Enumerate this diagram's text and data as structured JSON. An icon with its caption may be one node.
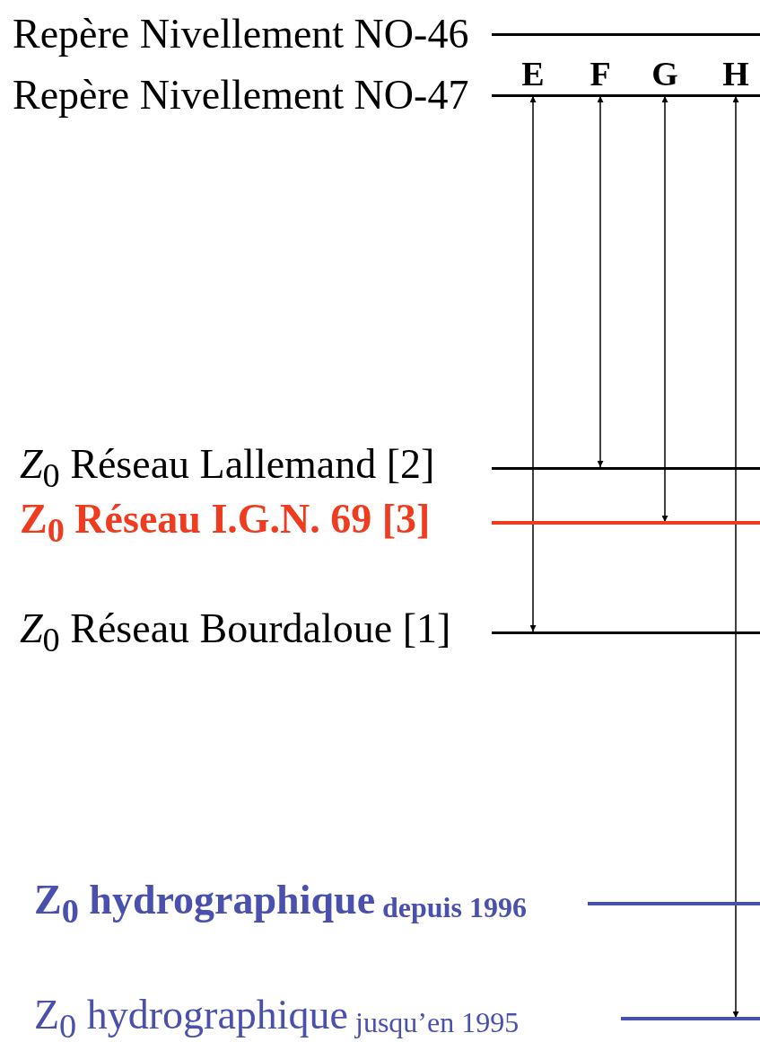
{
  "diagram": {
    "nodes": [
      {
        "text": [
          "Repère Nivellement NO-46"
        ]
      },
      {
        "text": [
          "Repère Nivellement NO-47"
        ]
      },
      {
        "text": [
          "*Z*$_{0}$ Réseau Lallemand [2]"
        ]
      },
      {
        "text": [
          "Z$_{0}$ Réseau I.G.N. 69 [3]"
        ]
      },
      {
        "text": [
          "*Z*$_{0}$ Réseau Bourdaloue [1]"
        ]
      },
      {
        "text": [
          "Z$_{0}$ hydrographique",
          "depuis 1996"
        ]
      },
      {
        "text": [
          "Z$_{0}$ hydrographique",
          "jusqu’en 1995"
        ]
      }
    ],
    "edges": [
      {
        "from": 1,
        "to": 4,
        "arrow": "both",
        "label": "E"
      },
      {
        "from": 1,
        "to": 2,
        "arrow": "both",
        "label": "F"
      },
      {
        "from": 1,
        "to": 3,
        "arrow": "both",
        "label": "G"
      },
      {
        "from": 1,
        "to": 6,
        "arrow": "both",
        "label": "H"
      }
    ]
  }
}
